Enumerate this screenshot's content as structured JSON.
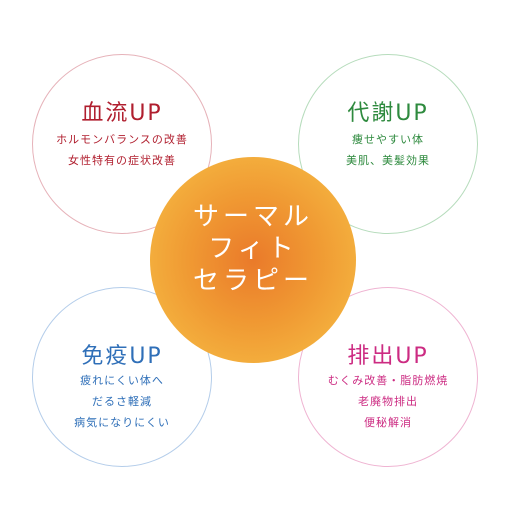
{
  "colors": {
    "blood_flow": "#b01e2e",
    "metabolism": "#2e8a3e",
    "immunity": "#2f6fb8",
    "excretion": "#cc2b82",
    "blood_flow_ring": "#e6b2b9",
    "metabolism_ring": "#b6dcbc",
    "immunity_ring": "#b4cdea",
    "excretion_ring": "#efb4d2",
    "center_core": "#ea7a2a",
    "center_edge": "#f7c247"
  },
  "center": {
    "lines": [
      "サーマル",
      "フィト",
      "セラピー"
    ]
  },
  "blood_flow": {
    "title": "血流UP",
    "lines": [
      "ホルモンバランスの改善",
      "女性特有の症状改善"
    ]
  },
  "metabolism": {
    "title": "代謝UP",
    "lines": [
      "痩せやすい体",
      "美肌、美髪効果"
    ]
  },
  "immunity": {
    "title": "免疫UP",
    "lines": [
      "疲れにくい体へ",
      "だるさ軽減",
      "病気になりにくい"
    ]
  },
  "excretion": {
    "title": "排出UP",
    "lines": [
      "むくみ改善・脂肪燃焼",
      "老廃物排出",
      "便秘解消"
    ]
  }
}
